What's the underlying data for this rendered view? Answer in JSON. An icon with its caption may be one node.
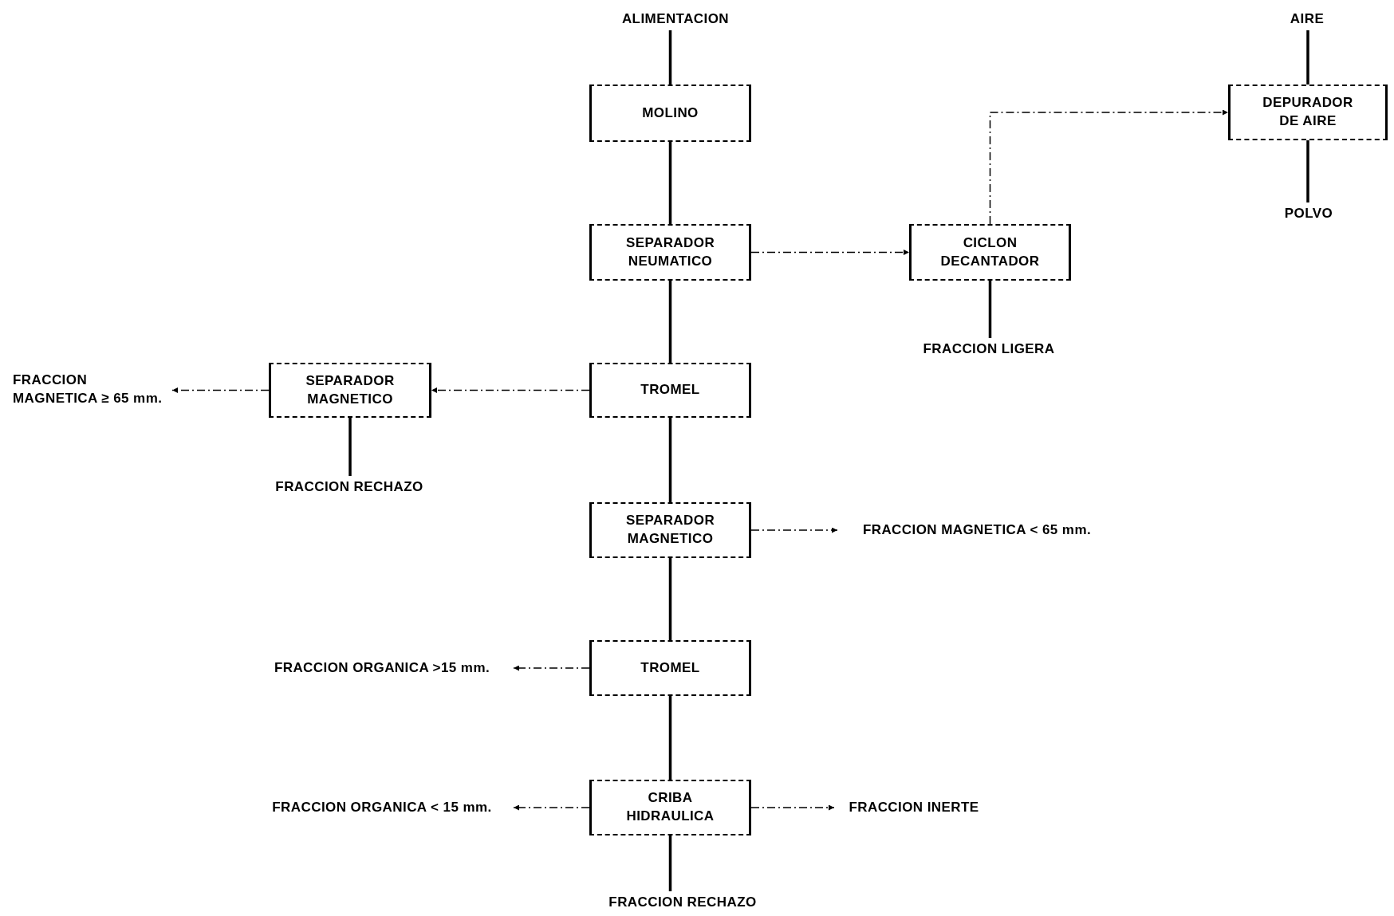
{
  "diagram": {
    "nodes": [
      {
        "text": [
          "ALIMENTACION"
        ]
      },
      {
        "text": [
          "MOLINO"
        ]
      },
      {
        "text": [
          "SEPARADOR NEUMATICO"
        ]
      },
      {
        "text": [
          "CICLON DECANTADOR"
        ]
      },
      {
        "text": [
          "FRACCION LIGERA"
        ]
      },
      {
        "text": [
          "DEPURADOR DE AIRE"
        ]
      },
      {
        "text": [
          "AIRE"
        ]
      },
      {
        "text": [
          "POLVO"
        ]
      },
      {
        "text": [
          "TROMEL"
        ]
      },
      {
        "text": [
          "SEPARADOR MAGNETICO"
        ]
      },
      {
        "text": [
          "FRACCION MAGNETICA ≥ 65 mm."
        ]
      },
      {
        "text": [
          "FRACCION RECHAZO"
        ]
      },
      {
        "text": [
          "SEPARADOR MAGNETICO"
        ]
      },
      {
        "text": [
          "FRACCION MAGNETICA < 65 mm."
        ]
      },
      {
        "text": [
          "TROMEL"
        ]
      },
      {
        "text": [
          "FRACCION ORGANICA >15 mm."
        ]
      },
      {
        "text": [
          "CRIBA HIDRAULICA"
        ]
      },
      {
        "text": [
          "FRACCION ORGANICA < 15 mm."
        ]
      },
      {
        "text": [
          "FRACCION INERTE"
        ]
      },
      {
        "text": [
          "FRACCION RECHAZO"
        ]
      }
    ],
    "edges": [
      {
        "from": 0,
        "to": 1,
        "arrow": "none"
      },
      {
        "from": 1,
        "to": 2,
        "arrow": "none"
      },
      {
        "from": 2,
        "to": 3,
        "arrow": "to",
        "style": "dashed"
      },
      {
        "from": 3,
        "to": 5,
        "arrow": "to",
        "style": "dashed"
      },
      {
        "from": 3,
        "to": 4,
        "arrow": "none"
      },
      {
        "from": 5,
        "to": 6,
        "arrow": "none"
      },
      {
        "from": 5,
        "to": 7,
        "arrow": "none"
      },
      {
        "from": 2,
        "to": 8,
        "arrow": "none"
      },
      {
        "from": 8,
        "to": 9,
        "arrow": "to",
        "style": "dashed"
      },
      {
        "from": 9,
        "to": 10,
        "arrow": "to",
        "style": "dashed"
      },
      {
        "from": 9,
        "to": 11,
        "arrow": "none"
      },
      {
        "from": 8,
        "to": 12,
        "arrow": "none"
      },
      {
        "from": 12,
        "to": 13,
        "arrow": "to",
        "style": "dashed"
      },
      {
        "from": 12,
        "to": 14,
        "arrow": "none"
      },
      {
        "from": 14,
        "to": 15,
        "arrow": "to",
        "style": "dashed"
      },
      {
        "from": 14,
        "to": 16,
        "arrow": "none"
      },
      {
        "from": 16,
        "to": 17,
        "arrow": "to",
        "style": "dashed"
      },
      {
        "from": 16,
        "to": 18,
        "arrow": "to",
        "style": "dashed"
      },
      {
        "from": 16,
        "to": 19,
        "arrow": "none"
      }
    ]
  }
}
